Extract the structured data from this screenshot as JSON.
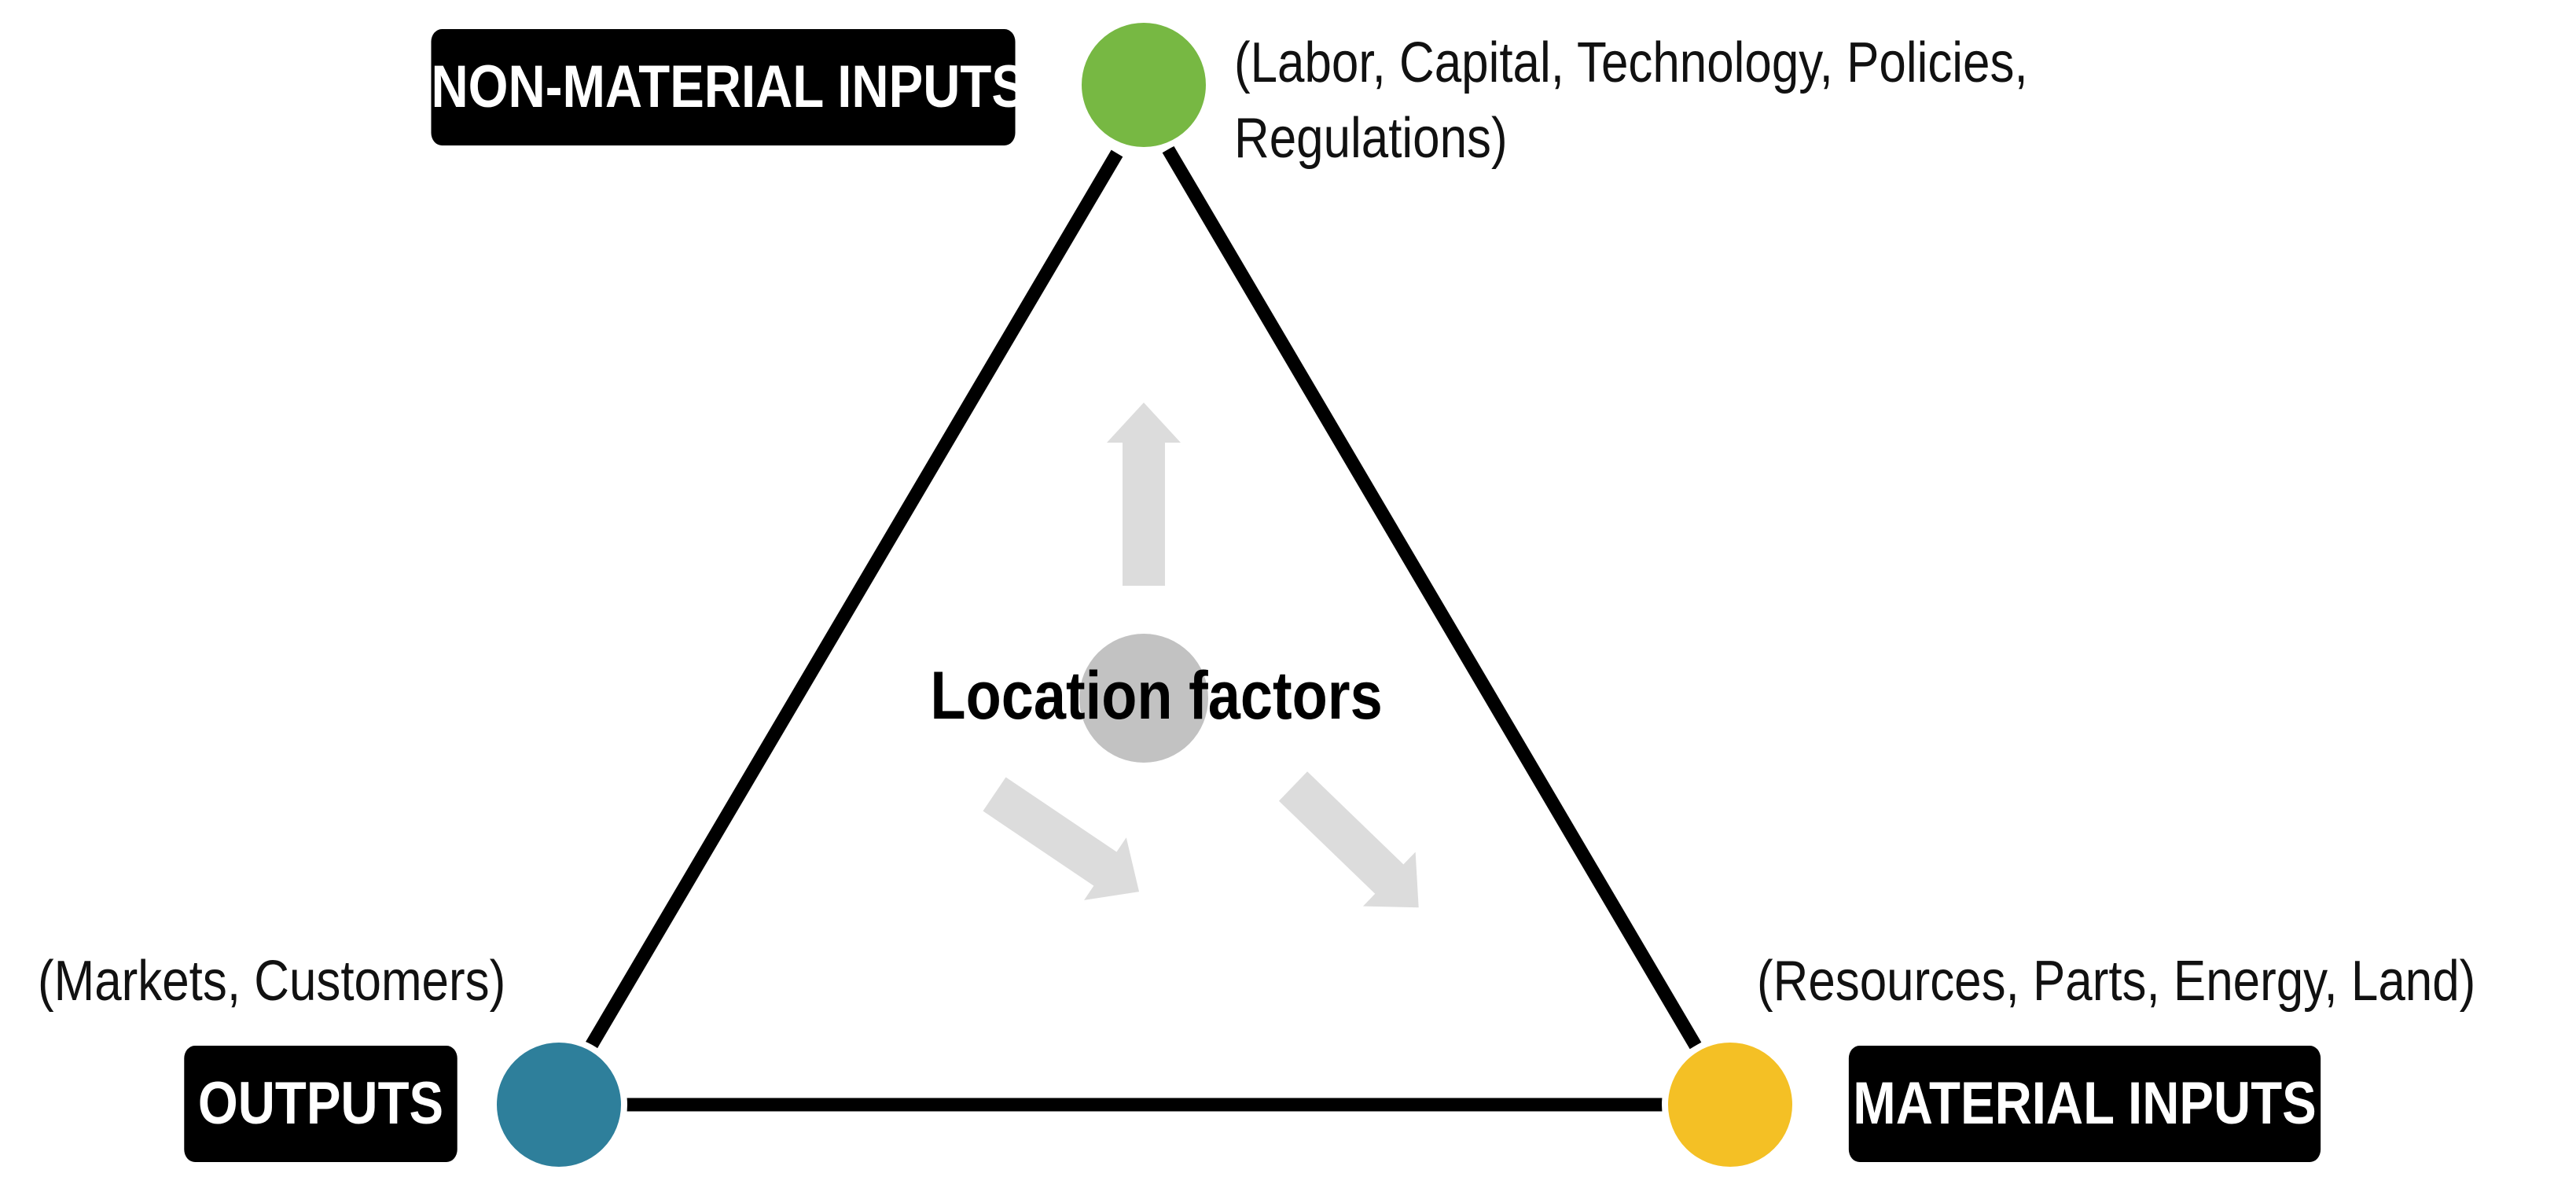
{
  "diagram": {
    "center_label": "Location factors",
    "nodes": {
      "top": {
        "label": "NON-MATERIAL INPUTS",
        "note_lines": [
          "(Labor, Capital, Technology, Policies,",
          "Regulations)"
        ],
        "color": "#77B843"
      },
      "left": {
        "label": "OUTPUTS",
        "note_lines": [
          "(Markets, Customers)"
        ],
        "color": "#2E7F9B"
      },
      "right": {
        "label": "MATERIAL INPUTS",
        "note_lines": [
          "(Resources, Parts, Energy, Land)"
        ],
        "color": "#F4C025"
      }
    },
    "colors": {
      "edge": "#000000",
      "center": "#C2C2C2",
      "arrow": "#DCDCDC",
      "tag_bg": "#000000",
      "tag_text": "#FFFFFF"
    }
  }
}
